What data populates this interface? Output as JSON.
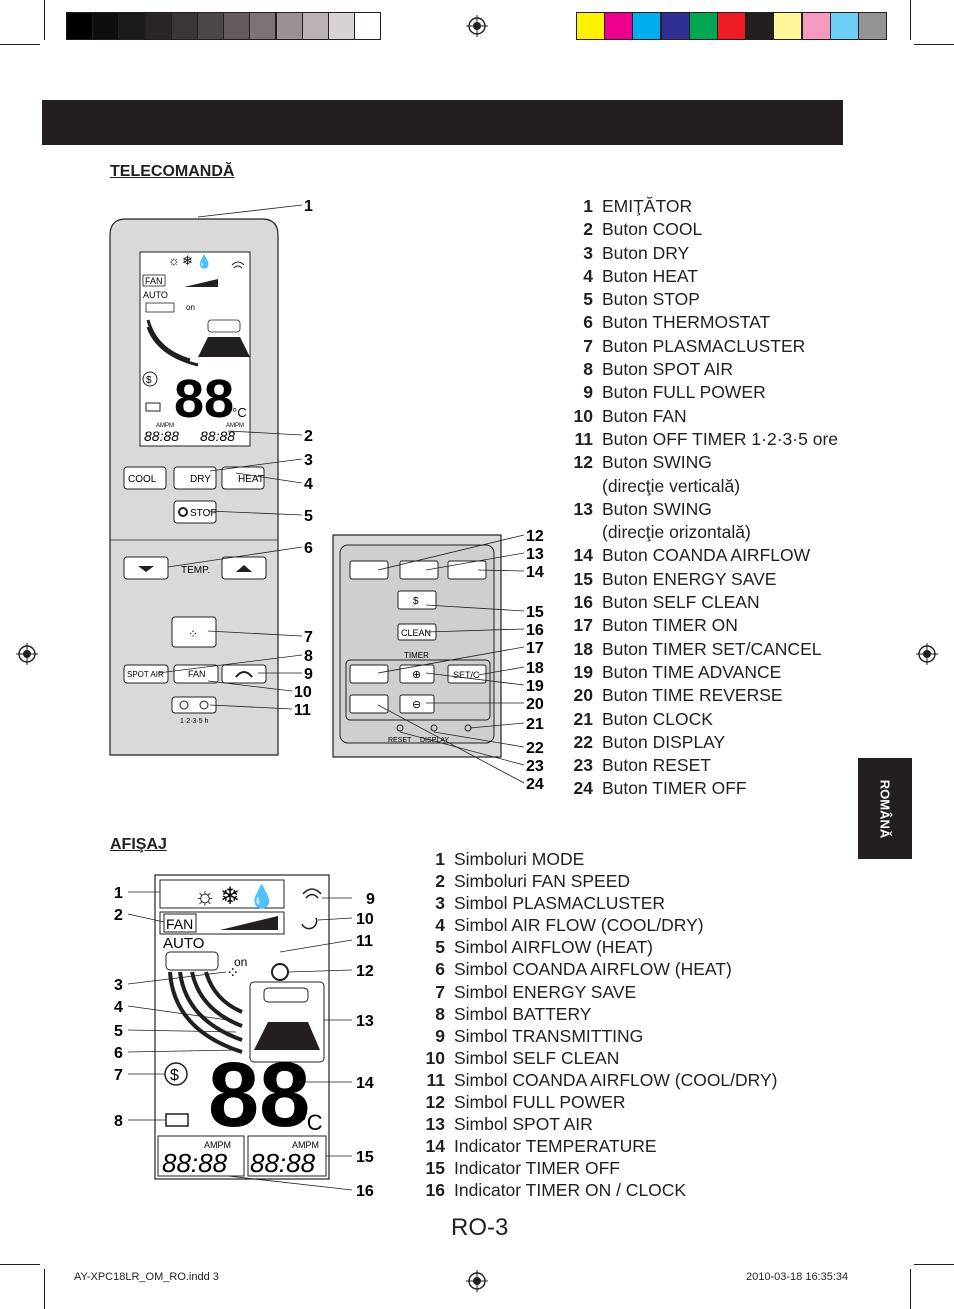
{
  "header": {
    "title": ""
  },
  "remote": {
    "section_title": "TELECOMANDĂ",
    "items": [
      {
        "num": "1",
        "label": "EMIŢĂTOR"
      },
      {
        "num": "2",
        "label": "Buton COOL"
      },
      {
        "num": "3",
        "label": "Buton DRY"
      },
      {
        "num": "4",
        "label": "Buton HEAT"
      },
      {
        "num": "5",
        "label": "Buton STOP"
      },
      {
        "num": "6",
        "label": "Buton THERMOSTAT"
      },
      {
        "num": "7",
        "label": "Buton PLASMACLUSTER"
      },
      {
        "num": "8",
        "label": "Buton SPOT AIR"
      },
      {
        "num": "9",
        "label": "Buton FULL POWER"
      },
      {
        "num": "10",
        "label": "Buton FAN"
      },
      {
        "num": "11",
        "label": "Buton OFF TIMER 1·2·3·5 ore"
      },
      {
        "num": "12",
        "label": "Buton SWING",
        "sub": "(direcţie verticală)"
      },
      {
        "num": "13",
        "label": "Buton SWING",
        "sub": "(direcţie orizontală)"
      },
      {
        "num": "14",
        "label": "Buton COANDA AIRFLOW"
      },
      {
        "num": "15",
        "label": "Buton ENERGY SAVE"
      },
      {
        "num": "16",
        "label": "Buton SELF CLEAN"
      },
      {
        "num": "17",
        "label": "Buton TIMER ON"
      },
      {
        "num": "18",
        "label": "Buton TIMER SET/CANCEL"
      },
      {
        "num": "19",
        "label": "Buton TIME ADVANCE"
      },
      {
        "num": "20",
        "label": "Buton TIME REVERSE"
      },
      {
        "num": "21",
        "label": "Buton CLOCK"
      },
      {
        "num": "22",
        "label": "Buton DISPLAY"
      },
      {
        "num": "23",
        "label": "Buton RESET"
      },
      {
        "num": "24",
        "label": "Buton TIMER OFF"
      }
    ],
    "diagram": {
      "lcd_fan": "FAN",
      "lcd_auto": "AUTO",
      "lcd_on": "on",
      "lcd_digits": "88",
      "lcd_unit": "°C",
      "lcd_ampm1": "AMPM",
      "lcd_ampm2": "AMPM",
      "lcd_time1": "88:88",
      "lcd_time2": "88:88",
      "btn_cool": "COOL",
      "btn_dry": "DRY",
      "btn_heat": "HEAT",
      "btn_stop": "STOP",
      "temp_label": "TEMP.",
      "btn_spot": "SPOT AIR",
      "btn_fan": "FAN",
      "timer_hours": "1·2·3·5 h",
      "btn_clean": "CLEAN",
      "timer_label": "TIMER",
      "btn_setc": "SET/C",
      "btn_reset": "RESET",
      "btn_display": "DISPLAY",
      "callouts_left": [
        "1",
        "2",
        "3",
        "4",
        "5",
        "6",
        "7",
        "8",
        "9",
        "10",
        "11"
      ],
      "callouts_right": [
        "12",
        "13",
        "14",
        "15",
        "16",
        "17",
        "18",
        "19",
        "20",
        "21",
        "22",
        "23",
        "24"
      ]
    }
  },
  "display": {
    "section_title": "AFIŞAJ",
    "items": [
      {
        "num": "1",
        "label": "Simboluri MODE"
      },
      {
        "num": "2",
        "label": "Simboluri FAN SPEED"
      },
      {
        "num": "3",
        "label": "Simbol PLASMACLUSTER"
      },
      {
        "num": "4",
        "label": "Simbol AIR FLOW (COOL/DRY)"
      },
      {
        "num": "5",
        "label": "Simbol AIRFLOW (HEAT)"
      },
      {
        "num": "6",
        "label": "Simbol COANDA AIRFLOW (HEAT)"
      },
      {
        "num": "7",
        "label": "Simbol ENERGY SAVE"
      },
      {
        "num": "8",
        "label": "Simbol BATTERY"
      },
      {
        "num": "9",
        "label": "Simbol TRANSMITTING"
      },
      {
        "num": "10",
        "label": "Simbol SELF CLEAN"
      },
      {
        "num": "11",
        "label": "Simbol COANDA AIRFLOW (COOL/DRY)"
      },
      {
        "num": "12",
        "label": "Simbol FULL POWER"
      },
      {
        "num": "13",
        "label": "Simbol SPOT AIR"
      },
      {
        "num": "14",
        "label": "Indicator TEMPERATURE"
      },
      {
        "num": "15",
        "label": "Indicator TIMER OFF"
      },
      {
        "num": "16",
        "label": "Indicator TIMER ON / CLOCK"
      }
    ],
    "diagram": {
      "fan": "FAN",
      "auto": "AUTO",
      "on": "on",
      "digits": "88",
      "unit": "°C",
      "ampm1": "AMPM",
      "ampm2": "AMPM",
      "time1": "88:88",
      "time2": "88:88",
      "callouts_left": [
        "1",
        "2",
        "3",
        "4",
        "5",
        "6",
        "7",
        "8"
      ],
      "callouts_right": [
        "9",
        "10",
        "11",
        "12",
        "13",
        "14",
        "15",
        "16"
      ]
    }
  },
  "side_tab": "ROMÂNĂ",
  "page_number": "RO-3",
  "footer": {
    "file": "AY-XPC18LR_OM_RO.indd   3",
    "date": "2010-03-18   16:35:34"
  },
  "colors": {
    "gray_bar": [
      "#000000",
      "#0f0d0e",
      "#1c191a",
      "#2a2526",
      "#3b3536",
      "#4d4647",
      "#645b5c",
      "#7d7374",
      "#9a9192",
      "#bab2b3",
      "#d8d2d3",
      "#ffffff"
    ],
    "color_bar": [
      "#fff200",
      "#ec008c",
      "#00aeef",
      "#2e3192",
      "#00a651",
      "#ed1c24",
      "#231f20",
      "#fff799",
      "#f49ac1",
      "#6dcff6",
      "#949494"
    ]
  }
}
